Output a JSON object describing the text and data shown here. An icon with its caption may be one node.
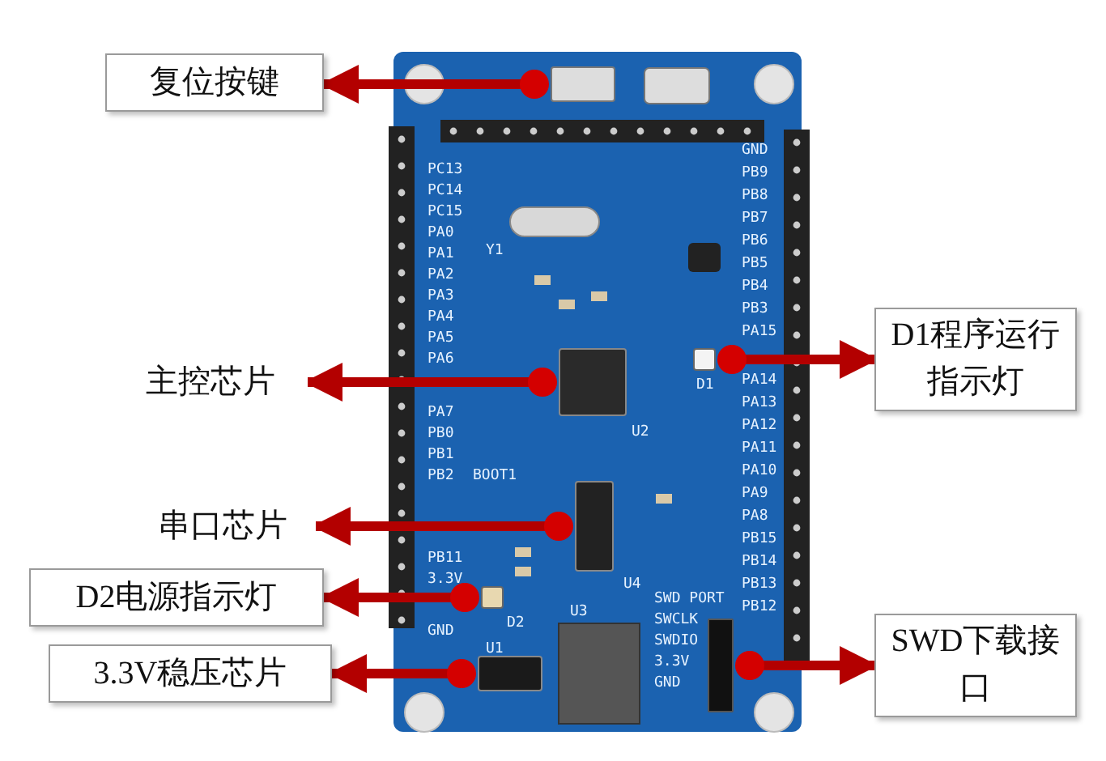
{
  "diagram": {
    "nodes": [
      {
        "text": [
          "复位按键"
        ]
      },
      {
        "text": [],
        "shape": "box"
      },
      {
        "text": [
          "主控芯片"
        ]
      },
      {
        "text": [],
        "shape": "box"
      },
      {
        "text": [
          "D1程序运行指示灯"
        ]
      },
      {
        "text": [],
        "shape": "box"
      },
      {
        "text": [
          "串口芯片"
        ]
      },
      {
        "text": [],
        "shape": "box"
      },
      {
        "text": [
          "D2电源指示灯"
        ]
      },
      {
        "text": [],
        "shape": "box"
      },
      {
        "text": [
          "3.3V稳压芯片"
        ]
      },
      {
        "text": [],
        "shape": "box"
      },
      {
        "text": [
          "SWD下载接口"
        ]
      },
      {
        "text": [],
        "shape": "bar"
      }
    ],
    "edges": [
      {
        "from": 1,
        "to": 0,
        "arrow": "to"
      },
      {
        "from": 3,
        "to": 2,
        "arrow": "to"
      },
      {
        "from": 5,
        "to": 4,
        "arrow": "to"
      },
      {
        "from": 7,
        "to": 6,
        "arrow": "to"
      },
      {
        "from": 9,
        "to": 8,
        "arrow": "to"
      },
      {
        "from": 11,
        "to": 10,
        "arrow": "to"
      },
      {
        "from": 13,
        "to": 12,
        "arrow": "to"
      }
    ],
    "labels": [
      "GND",
      "PB9",
      "PB8",
      "PB7",
      "PB6",
      "PB5",
      "PB4",
      "PB3",
      "PA15",
      "PA14",
      "PA13",
      "PA12",
      "PA11",
      "PA10",
      "PA9",
      "PA8",
      "PB15",
      "PB14",
      "PB13",
      "PB12",
      "PC13",
      "PC14",
      "PC15",
      "PA0",
      "PA1",
      "PA2",
      "PA3",
      "PA4",
      "PA5",
      "PA6",
      "PA7",
      "PB0",
      "PB1",
      "PB2",
      "BOOT1",
      "PB11",
      "3.3V",
      "GND",
      "SWD PORT",
      "SWCLK",
      "SWDIO",
      "3.3V",
      "GND",
      "Y1",
      "U2",
      "D1",
      "U4",
      "D2",
      "U3",
      "U1"
    ]
  }
}
